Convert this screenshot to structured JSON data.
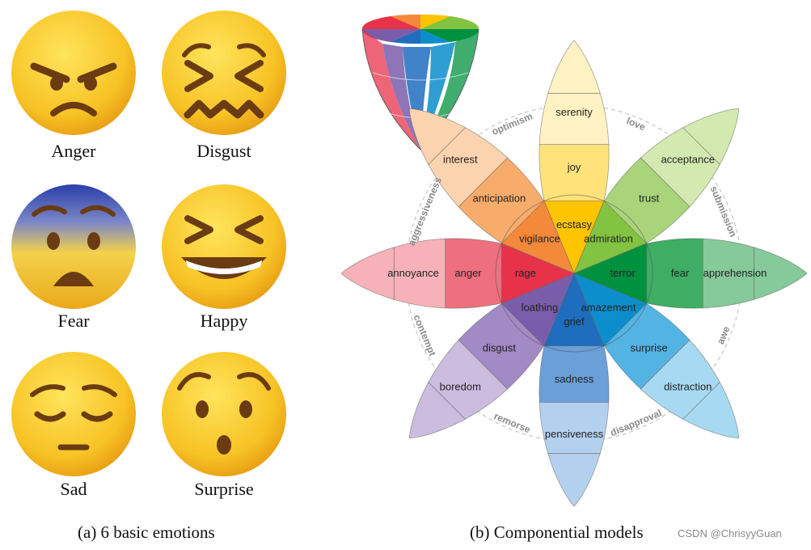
{
  "panel_a": {
    "caption": "(a)  6 basic emotions",
    "faces": [
      {
        "label": "Anger"
      },
      {
        "label": "Disgust"
      },
      {
        "label": "Fear"
      },
      {
        "label": "Happy"
      },
      {
        "label": "Sad"
      },
      {
        "label": "Surprise"
      }
    ]
  },
  "panel_b": {
    "caption": "(b) Componential models",
    "petals": [
      {
        "outer": "serenity",
        "middle": "joy",
        "inner": "ecstasy",
        "color_dark": "#FFC400",
        "color_mid": "#FFE27A",
        "color_light": "#FFF2C2"
      },
      {
        "outer": "acceptance",
        "middle": "trust",
        "inner": "admiration",
        "color_dark": "#82C341",
        "color_mid": "#AAD47A",
        "color_light": "#D3E9B0"
      },
      {
        "outer": "apprehension",
        "middle": "fear",
        "inner": "terror",
        "color_dark": "#00913F",
        "color_mid": "#3DAE63",
        "color_light": "#86C99A"
      },
      {
        "outer": "distraction",
        "middle": "surprise",
        "inner": "amazement",
        "color_dark": "#0B8ECB",
        "color_mid": "#53B4E4",
        "color_light": "#A8D9F2"
      },
      {
        "outer": "pensiveness",
        "middle": "sadness",
        "inner": "grief",
        "color_dark": "#1F6DBE",
        "color_mid": "#6A9FD8",
        "color_light": "#B4D0EF"
      },
      {
        "outer": "boredom",
        "middle": "disgust",
        "inner": "loathing",
        "color_dark": "#7A5DAA",
        "color_mid": "#A28AC5",
        "color_light": "#CBBCE0"
      },
      {
        "outer": "annoyance",
        "middle": "anger",
        "inner": "rage",
        "color_dark": "#E8324A",
        "color_mid": "#EE6F7E",
        "color_light": "#F6B2B8"
      },
      {
        "outer": "interest",
        "middle": "anticipation",
        "inner": "vigilance",
        "color_dark": "#F5893A",
        "color_mid": "#F8AC6C",
        "color_light": "#FBD3AE"
      }
    ],
    "dyads": [
      "love",
      "submission",
      "awe",
      "disapproval",
      "remorse",
      "contempt",
      "aggressiveness",
      "optimism"
    ]
  },
  "watermark": "CSDN @ChrisyyGuan"
}
